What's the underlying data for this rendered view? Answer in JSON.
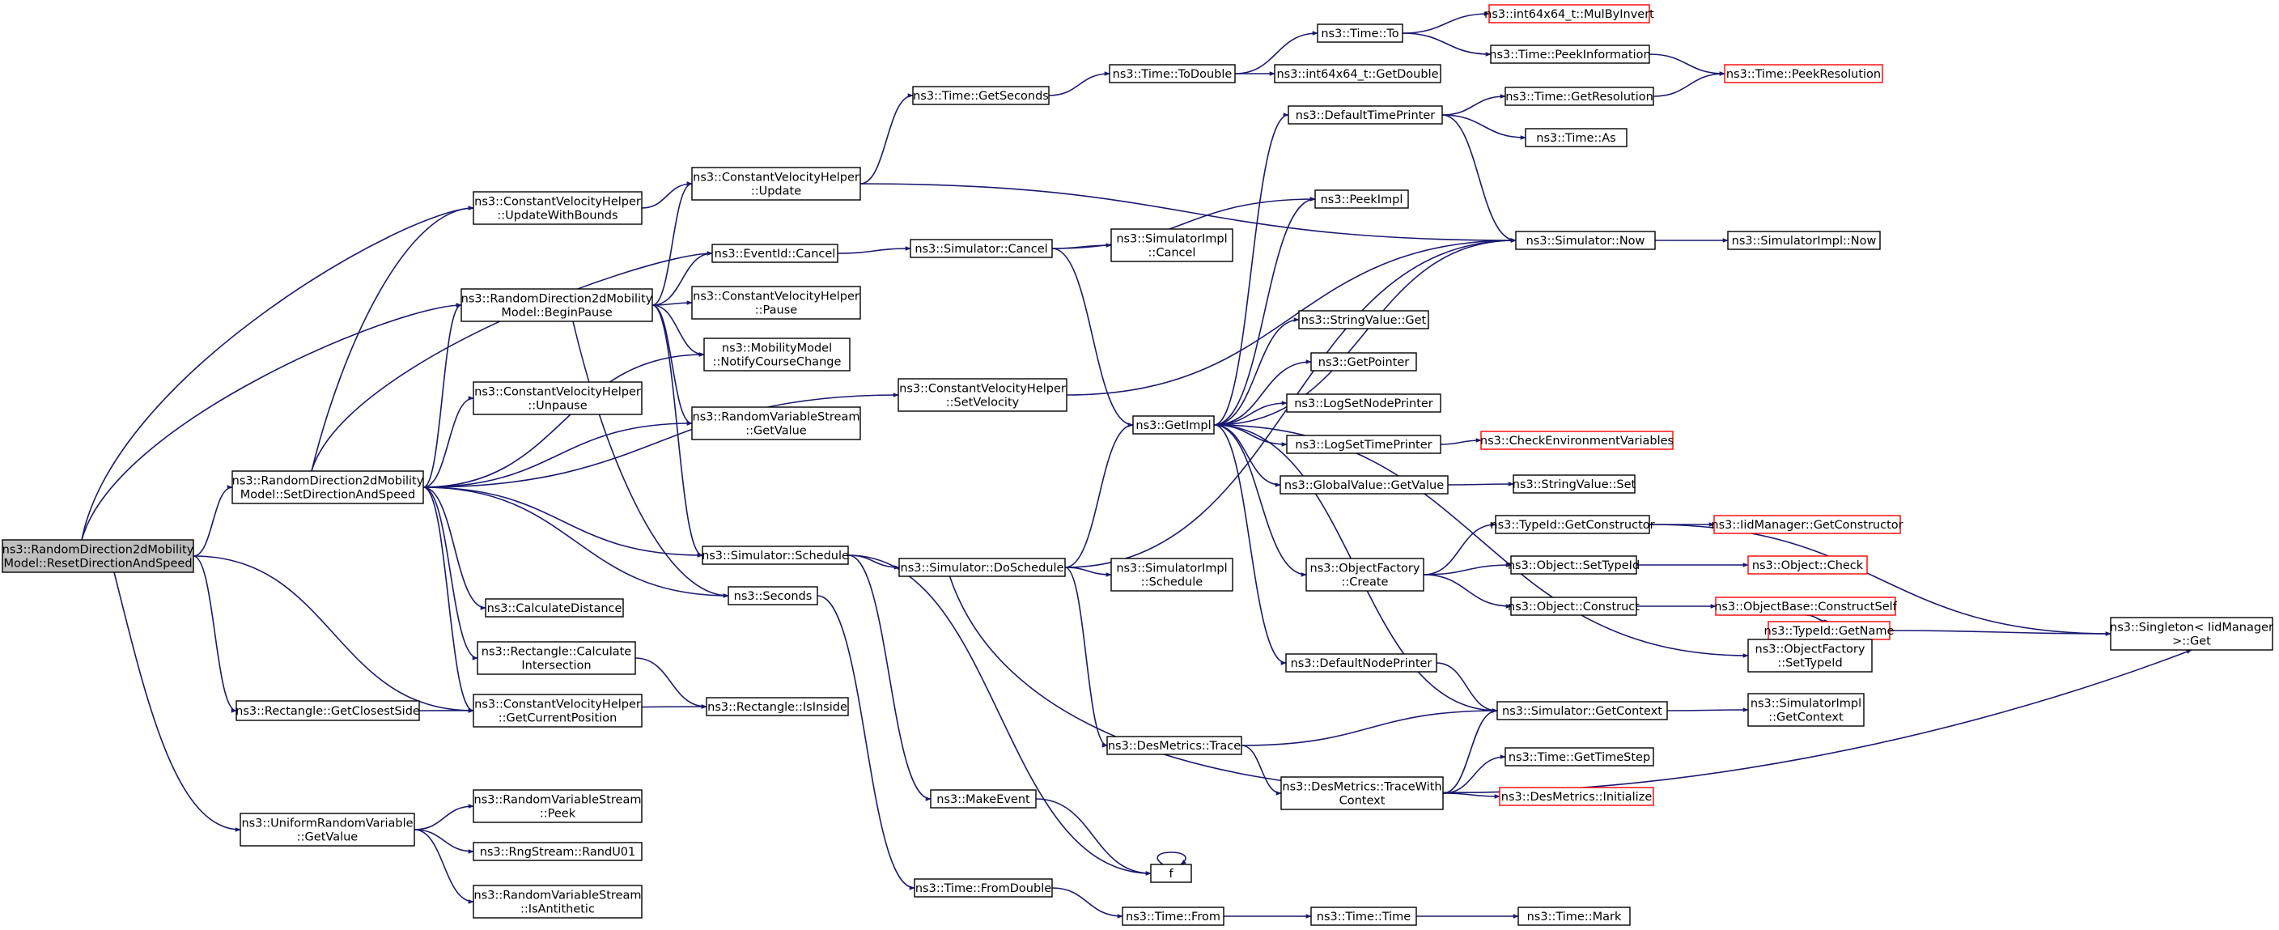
{
  "colors": {
    "edge": "#191970",
    "node_border": "#000000",
    "undocumented_border": "#ff0000",
    "root_fill": "#bfbfbf",
    "node_fill": "#ffffff"
  },
  "nodes": [
    {
      "id": "root",
      "lines": [
        "ns3::RandomDirection2dMobility",
        "Model::ResetDirectionAndSpeed"
      ],
      "style": "root"
    },
    {
      "id": "setdir",
      "lines": [
        "ns3::RandomDirection2dMobility",
        "Model::SetDirectionAndSpeed"
      ]
    },
    {
      "id": "beginpause",
      "lines": [
        "ns3::RandomDirection2dMobility",
        "Model::BeginPause"
      ]
    },
    {
      "id": "cvh_updbounds",
      "lines": [
        "ns3::ConstantVelocityHelper",
        "::UpdateWithBounds"
      ]
    },
    {
      "id": "cvh_unpause",
      "lines": [
        "ns3::ConstantVelocityHelper",
        "::Unpause"
      ]
    },
    {
      "id": "calcdist",
      "lines": [
        "ns3::CalculateDistance"
      ]
    },
    {
      "id": "rect_calcint",
      "lines": [
        "ns3::Rectangle::Calculate",
        "Intersection"
      ]
    },
    {
      "id": "cvh_getpos",
      "lines": [
        "ns3::ConstantVelocityHelper",
        "::GetCurrentPosition"
      ]
    },
    {
      "id": "rect_closest",
      "lines": [
        "ns3::Rectangle::GetClosestSide"
      ]
    },
    {
      "id": "urv_getvalue",
      "lines": [
        "ns3::UniformRandomVariable",
        "::GetValue"
      ]
    },
    {
      "id": "rvs_peek",
      "lines": [
        "ns3::RandomVariableStream",
        "::Peek"
      ]
    },
    {
      "id": "rng_randu01",
      "lines": [
        "ns3::RngStream::RandU01"
      ]
    },
    {
      "id": "rvs_isanti",
      "lines": [
        "ns3::RandomVariableStream",
        "::IsAntithetic"
      ]
    },
    {
      "id": "cvh_update",
      "lines": [
        "ns3::ConstantVelocityHelper",
        "::Update"
      ]
    },
    {
      "id": "eventid_cancel",
      "lines": [
        "ns3::EventId::Cancel"
      ]
    },
    {
      "id": "cvh_pause",
      "lines": [
        "ns3::ConstantVelocityHelper",
        "::Pause"
      ]
    },
    {
      "id": "mm_notify",
      "lines": [
        "ns3::MobilityModel",
        "::NotifyCourseChange"
      ]
    },
    {
      "id": "rvs_getvalue",
      "lines": [
        "ns3::RandomVariableStream",
        "::GetValue"
      ]
    },
    {
      "id": "sim_schedule",
      "lines": [
        "ns3::Simulator::Schedule"
      ]
    },
    {
      "id": "seconds",
      "lines": [
        "ns3::Seconds"
      ]
    },
    {
      "id": "rect_isinside",
      "lines": [
        "ns3::Rectangle::IsInside"
      ]
    },
    {
      "id": "time_getseconds",
      "lines": [
        "ns3::Time::GetSeconds"
      ]
    },
    {
      "id": "sim_cancel",
      "lines": [
        "ns3::Simulator::Cancel"
      ]
    },
    {
      "id": "cvh_setvel",
      "lines": [
        "ns3::ConstantVelocityHelper",
        "::SetVelocity"
      ]
    },
    {
      "id": "sim_doschedule",
      "lines": [
        "ns3::Simulator::DoSchedule"
      ]
    },
    {
      "id": "makeevent",
      "lines": [
        "ns3::MakeEvent"
      ]
    },
    {
      "id": "time_fromdouble",
      "lines": [
        "ns3::Time::FromDouble"
      ]
    },
    {
      "id": "time_todouble",
      "lines": [
        "ns3::Time::ToDouble"
      ]
    },
    {
      "id": "time_to",
      "lines": [
        "ns3::Time::To"
      ]
    },
    {
      "id": "int64_getdouble",
      "lines": [
        "ns3::int64x64_t::GetDouble"
      ]
    },
    {
      "id": "int64_mulbyinvert",
      "lines": [
        "ns3::int64x64_t::MulByInvert"
      ],
      "style": "red"
    },
    {
      "id": "time_peekinfo",
      "lines": [
        "ns3::Time::PeekInformation"
      ]
    },
    {
      "id": "time_peekres",
      "lines": [
        "ns3::Time::PeekResolution"
      ],
      "style": "red"
    },
    {
      "id": "defaulttimeprinter",
      "lines": [
        "ns3::DefaultTimePrinter"
      ]
    },
    {
      "id": "time_getres",
      "lines": [
        "ns3::Time::GetResolution"
      ]
    },
    {
      "id": "time_as",
      "lines": [
        "ns3::Time::As"
      ]
    },
    {
      "id": "peekimpl",
      "lines": [
        "ns3::PeekImpl"
      ]
    },
    {
      "id": "simimpl_cancel",
      "lines": [
        "ns3::SimulatorImpl",
        "::Cancel"
      ]
    },
    {
      "id": "sim_now",
      "lines": [
        "ns3::Simulator::Now"
      ]
    },
    {
      "id": "simimpl_now",
      "lines": [
        "ns3::SimulatorImpl::Now"
      ]
    },
    {
      "id": "getimpl",
      "lines": [
        "ns3::GetImpl"
      ]
    },
    {
      "id": "stringvalue_get",
      "lines": [
        "ns3::StringValue::Get"
      ]
    },
    {
      "id": "getpointer",
      "lines": [
        "ns3::GetPointer"
      ]
    },
    {
      "id": "logsetnodeprinter",
      "lines": [
        "ns3::LogSetNodePrinter"
      ]
    },
    {
      "id": "logsettimeprinter",
      "lines": [
        "ns3::LogSetTimePrinter"
      ]
    },
    {
      "id": "checkenv",
      "lines": [
        "ns3::CheckEnvironmentVariables"
      ],
      "style": "red"
    },
    {
      "id": "globalvalue_getvalue",
      "lines": [
        "ns3::GlobalValue::GetValue"
      ]
    },
    {
      "id": "stringvalue_set",
      "lines": [
        "ns3::StringValue::Set"
      ]
    },
    {
      "id": "objectfactory_create",
      "lines": [
        "ns3::ObjectFactory",
        "::Create"
      ]
    },
    {
      "id": "typeid_getconstructor",
      "lines": [
        "ns3::TypeId::GetConstructor"
      ]
    },
    {
      "id": "iidmanager_getconstructor",
      "lines": [
        "ns3::IidManager::GetConstructor"
      ],
      "style": "red"
    },
    {
      "id": "object_settypeid",
      "lines": [
        "ns3::Object::SetTypeId"
      ]
    },
    {
      "id": "object_check",
      "lines": [
        "ns3::Object::Check"
      ],
      "style": "red"
    },
    {
      "id": "object_construct",
      "lines": [
        "ns3::Object::Construct"
      ]
    },
    {
      "id": "objectbase_constructself",
      "lines": [
        "ns3::ObjectBase::ConstructSelf"
      ],
      "style": "red"
    },
    {
      "id": "typeid_getname",
      "lines": [
        "ns3::TypeId::GetName"
      ],
      "style": "red"
    },
    {
      "id": "singleton_get",
      "lines": [
        "ns3::Singleton< IidManager",
        ">::Get"
      ]
    },
    {
      "id": "objectfactory_settypeid",
      "lines": [
        "ns3::ObjectFactory",
        "::SetTypeId"
      ]
    },
    {
      "id": "defaultnodeprinter",
      "lines": [
        "ns3::DefaultNodePrinter"
      ]
    },
    {
      "id": "sim_getcontext",
      "lines": [
        "ns3::Simulator::GetContext"
      ]
    },
    {
      "id": "simimpl_getcontext",
      "lines": [
        "ns3::SimulatorImpl",
        "::GetContext"
      ]
    },
    {
      "id": "simimpl_schedule",
      "lines": [
        "ns3::SimulatorImpl",
        "::Schedule"
      ]
    },
    {
      "id": "desmetrics_trace",
      "lines": [
        "ns3::DesMetrics::Trace"
      ]
    },
    {
      "id": "desmetrics_tracewith",
      "lines": [
        "ns3::DesMetrics::TraceWith",
        "Context"
      ]
    },
    {
      "id": "time_gettimestep",
      "lines": [
        "ns3::Time::GetTimeStep"
      ]
    },
    {
      "id": "desmetrics_init",
      "lines": [
        "ns3::DesMetrics::Initialize"
      ],
      "style": "red"
    },
    {
      "id": "f",
      "lines": [
        "f"
      ]
    },
    {
      "id": "time_from",
      "lines": [
        "ns3::Time::From"
      ]
    },
    {
      "id": "time_time",
      "lines": [
        "ns3::Time::Time"
      ]
    },
    {
      "id": "time_mark",
      "lines": [
        "ns3::Time::Mark"
      ]
    }
  ]
}
